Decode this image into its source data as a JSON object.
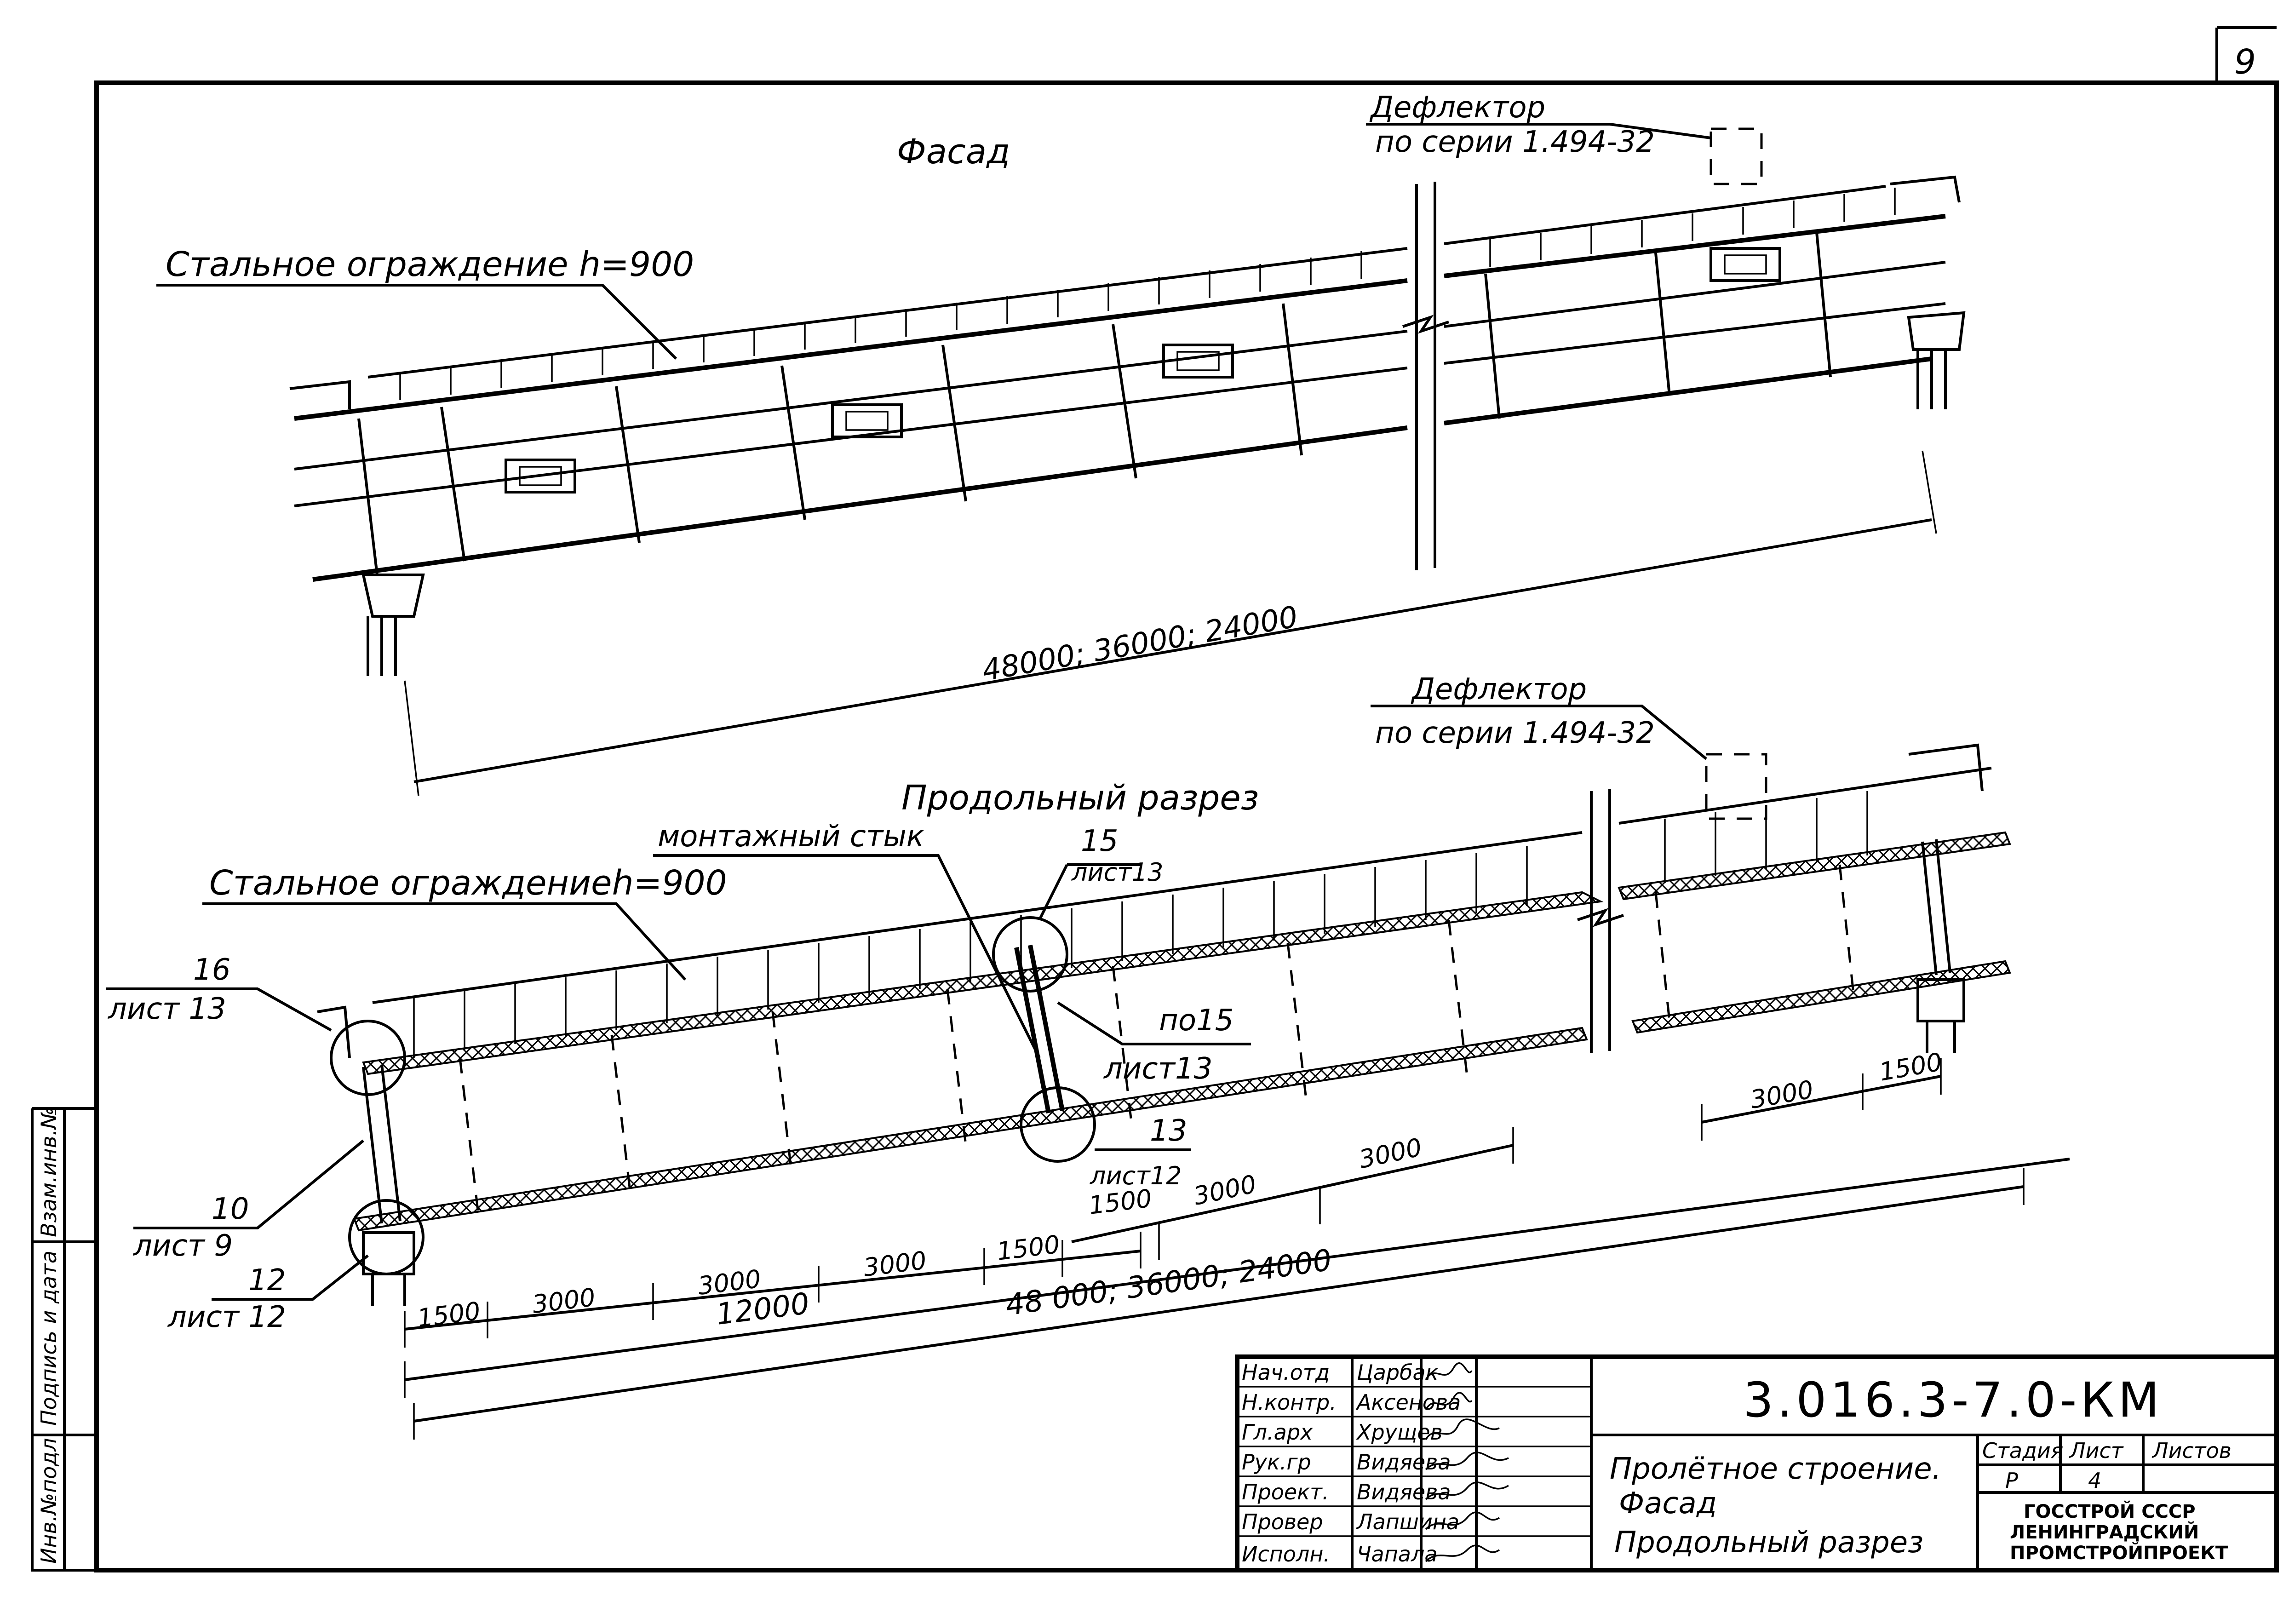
{
  "sheet_number": "9",
  "facade": {
    "title": "Фасад",
    "deflector_title": "Дефлектор",
    "deflector_series": "по серии 1.494-32",
    "railing_label": "Стальное ограждение h=900",
    "span_dim": "48000; 36000; 24000"
  },
  "section": {
    "title": "Продольный разрез",
    "deflector_title": "Дефлектор",
    "deflector_series": "по серии 1.494-32",
    "railing_label": "Стальное ограждениеh=900",
    "joint_label": "монтажный стык",
    "callouts": [
      {
        "num": "15",
        "sheet": "лист13"
      },
      {
        "num": "16",
        "sheet": "лист 13"
      },
      {
        "num": "по15",
        "sheet": "лист13"
      },
      {
        "num": "13",
        "sheet": "лист12"
      },
      {
        "num": "10",
        "sheet": "лист 9"
      },
      {
        "num": "12",
        "sheet": "лист 12"
      }
    ],
    "dims": {
      "d1500a": "1500",
      "d3000a": "3000",
      "d3000b": "3000",
      "d3000c": "3000",
      "d1500b": "1500",
      "d1500c": "1500",
      "d3000d": "3000",
      "d3000e": "3000",
      "d3000f": "3000",
      "d1500d": "1500",
      "d12000": "12000",
      "span": "48 000; 36000; 24000"
    }
  },
  "side_stamp": [
    "Инв.№подл",
    "Подпись и дата",
    "Взам.инв.№"
  ],
  "title_block": {
    "roles": [
      "Нач.отд",
      "Н.контр.",
      "Гл.арх",
      "Рук.гр",
      "Проект.",
      "Провер",
      "Исполн."
    ],
    "names": [
      "Царбак",
      "Аксенова",
      "Хрущев",
      "Видяева",
      "Видяева",
      "Лапшина",
      "Чапала"
    ],
    "code": "3.016.3-7.0-КМ",
    "desc": [
      "Пролётное строение.",
      "Фасад",
      "Продольный разрез"
    ],
    "col_headers": [
      "Стадия",
      "Лист",
      "Листов"
    ],
    "stage": "Р",
    "sheet": "4",
    "sheets": "",
    "org": [
      "ГОССТРОЙ СССР",
      "ЛЕНИНГРАДСКИЙ",
      "ПРОМСТРОЙПРОЕКТ"
    ]
  }
}
